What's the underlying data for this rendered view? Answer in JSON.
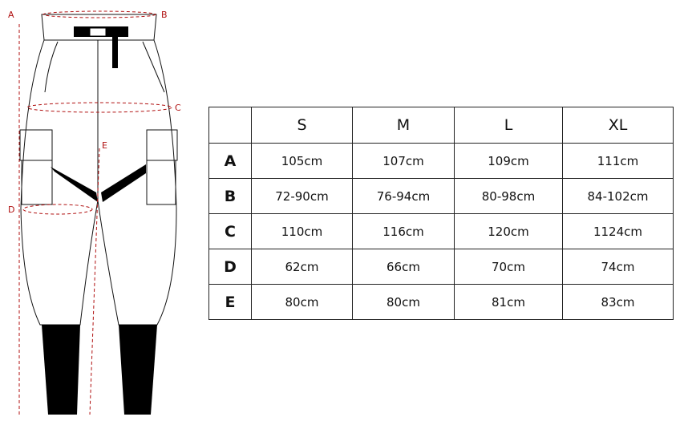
{
  "diagram": {
    "labels": [
      "A",
      "B",
      "C",
      "D",
      "E"
    ],
    "accent_color": "#b01010"
  },
  "size_table": {
    "columns": [
      "S",
      "M",
      "L",
      "XL"
    ],
    "rows": [
      {
        "label": "A",
        "values": [
          "105cm",
          "107cm",
          "109cm",
          "111cm"
        ]
      },
      {
        "label": "B",
        "values": [
          "72-90cm",
          "76-94cm",
          "80-98cm",
          "84-102cm"
        ]
      },
      {
        "label": "C",
        "values": [
          "110cm",
          "116cm",
          "120cm",
          "1124cm"
        ]
      },
      {
        "label": "D",
        "values": [
          "62cm",
          "66cm",
          "70cm",
          "74cm"
        ]
      },
      {
        "label": "E",
        "values": [
          "80cm",
          "80cm",
          "81cm",
          "83cm"
        ]
      }
    ]
  }
}
